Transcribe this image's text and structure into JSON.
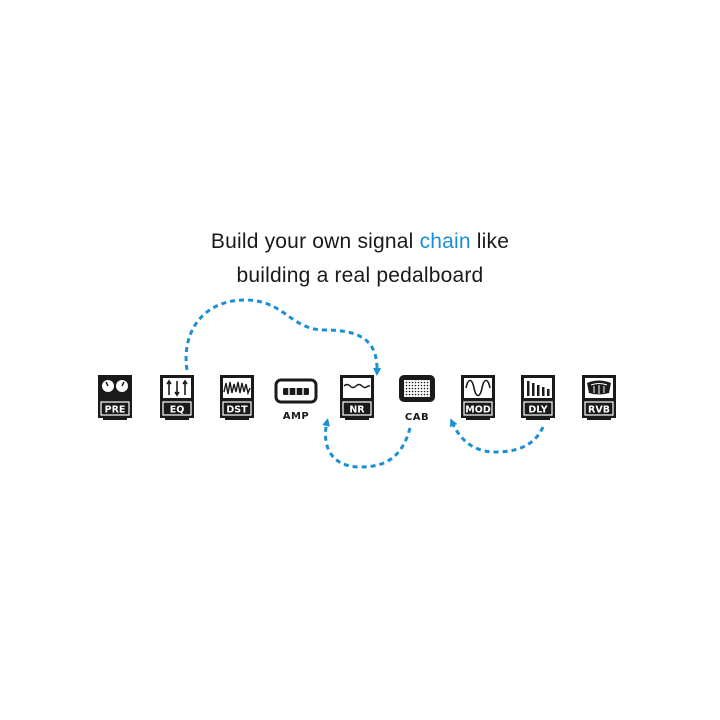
{
  "headline": {
    "line1_pre": "Build your own signal ",
    "line1_accent": "chain",
    "line1_post": " like",
    "line2": "building a real pedalboard"
  },
  "modules": [
    {
      "id": "pre",
      "label": "PRE",
      "icon": "knobs-icon"
    },
    {
      "id": "eq",
      "label": "EQ",
      "icon": "sliders-icon"
    },
    {
      "id": "dst",
      "label": "DST",
      "icon": "waveform-icon"
    },
    {
      "id": "amp",
      "label": "AMP",
      "icon": "amp-head-icon"
    },
    {
      "id": "nr",
      "label": "NR",
      "icon": "noise-wave-icon"
    },
    {
      "id": "cab",
      "label": "CAB",
      "icon": "speaker-cabinet-icon"
    },
    {
      "id": "mod",
      "label": "MOD",
      "icon": "sine-wave-icon"
    },
    {
      "id": "dly",
      "label": "DLY",
      "icon": "delay-bars-icon"
    },
    {
      "id": "rvb",
      "label": "RVB",
      "icon": "reverb-tank-icon"
    }
  ],
  "colors": {
    "accent": "#1a8fd6",
    "pedal": "#1a1a1a",
    "arrow": "#1a8fd6"
  }
}
